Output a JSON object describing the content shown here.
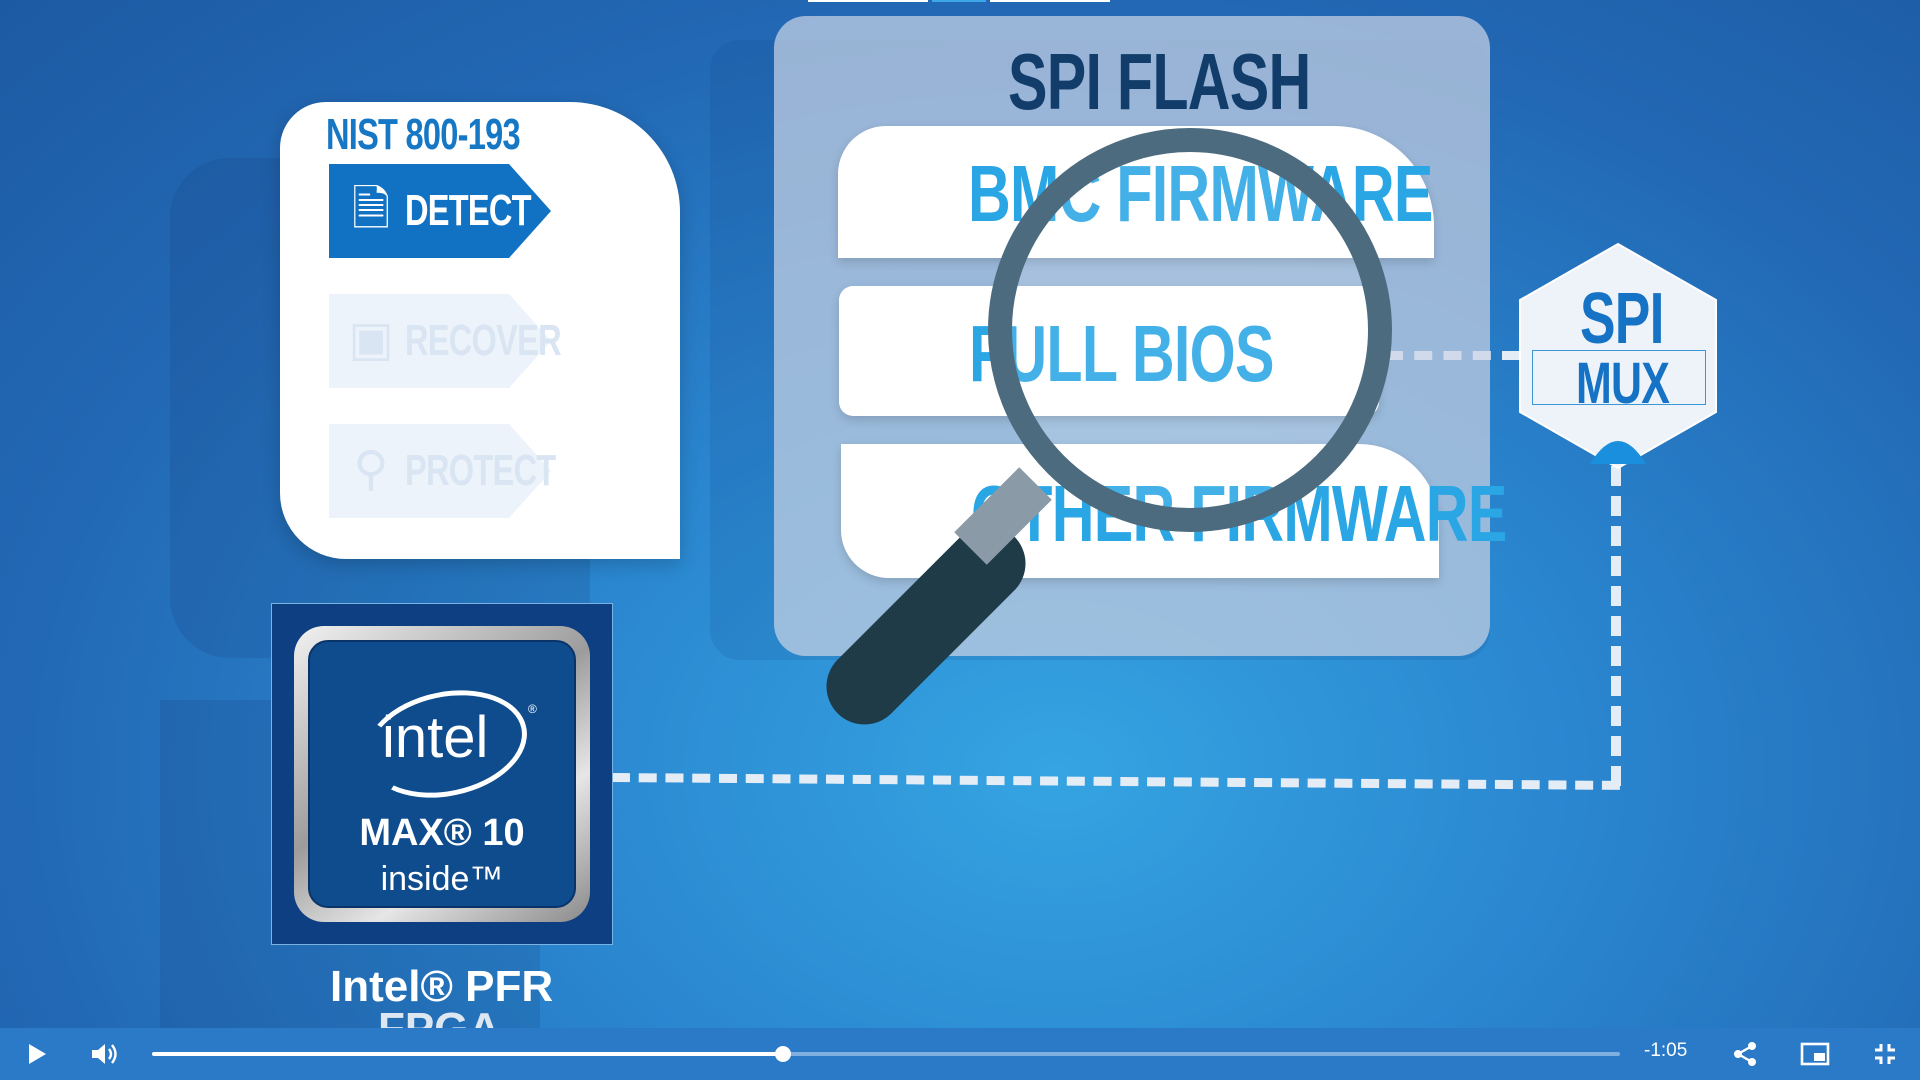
{
  "nist": {
    "title": "NIST 800-193",
    "steps": [
      {
        "label": "DETECT",
        "state": "active"
      },
      {
        "label": "RECOVER",
        "state": "faded"
      },
      {
        "label": "PROTECT",
        "state": "faded"
      }
    ]
  },
  "spi_flash": {
    "title": "SPI FLASH",
    "slots": [
      "BMC FIRMWARE",
      "FULL BIOS",
      "OTHER FIRMWARE"
    ]
  },
  "spi_mux": {
    "line1": "SPI",
    "line2": "MUX"
  },
  "badge": {
    "brand": "intel",
    "brand_mark": "®",
    "product": "MAX® 10",
    "tagline": "inside™"
  },
  "pfr_label": {
    "line1": "Intel® PFR",
    "line2": "FPGA"
  },
  "player": {
    "time_remaining": "-1:05",
    "progress": 0.43,
    "play_icon": "play-icon",
    "volume_icon": "volume-icon",
    "share_icon": "share-icon",
    "pip_icon": "picture-in-picture-icon",
    "fullscreen_exit_icon": "exit-fullscreen-icon"
  },
  "colors": {
    "accent": "#1172c4",
    "bar": "#2b7ac8",
    "text_light": "#2aa6e5",
    "title_dark": "#123d6b"
  }
}
